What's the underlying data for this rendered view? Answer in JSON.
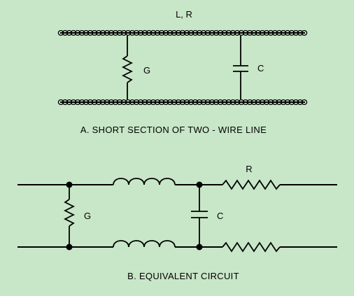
{
  "diagram": {
    "section_a": {
      "top_label": "L, R",
      "resistor_label": "G",
      "capacitor_label": "C",
      "caption": "A.  SHORT SECTION OF TWO - WIRE LINE"
    },
    "section_b": {
      "resistor_label": "R",
      "shunt_resistor_label": "G",
      "capacitor_label": "C",
      "caption": "B.  EQUIVALENT CIRCUIT"
    },
    "colors": {
      "background": "#c8e6c8",
      "line": "#000000"
    }
  }
}
